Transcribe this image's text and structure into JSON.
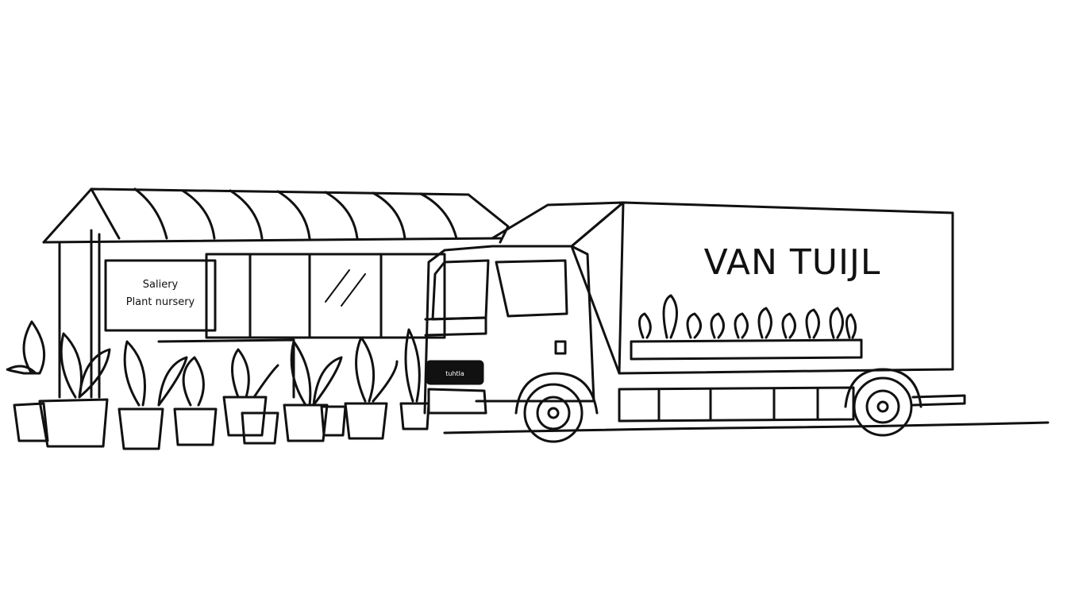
{
  "scene": {
    "description": "Line-art illustration of a plant nursery with potted plants and a box truck",
    "colors": {
      "line": "#111111",
      "background": "#ffffff"
    }
  },
  "nursery": {
    "sign_line1": "Saliery",
    "sign_line2": "Plant nursery"
  },
  "truck": {
    "brand": "VAN TUIJL",
    "grille_badge": "tuhtla"
  }
}
